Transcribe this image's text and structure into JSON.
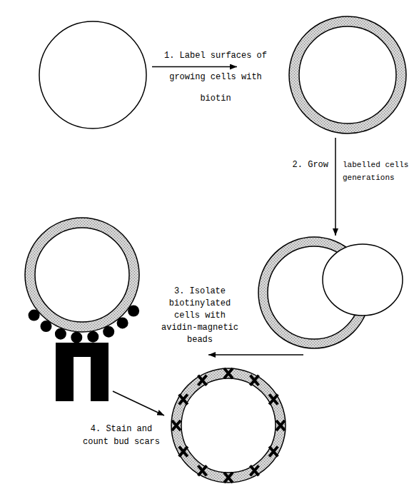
{
  "diagram": {
    "labels": [
      "1. Label surfaces of growing cells with biotin",
      "2. Grow",
      "labelled cells generations",
      "3. Isolate biotinylated cells with avidin-magnetic beads",
      "4. Stain and count bud scars"
    ]
  }
}
